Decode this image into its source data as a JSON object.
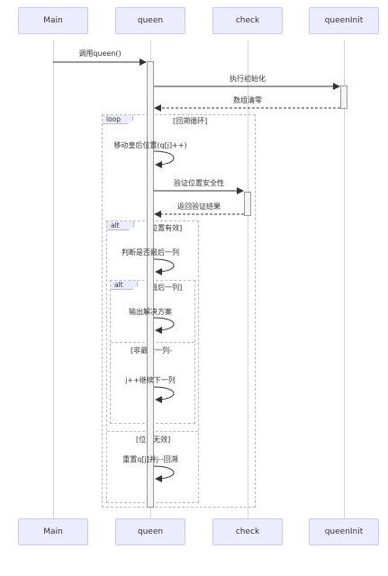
{
  "participants": [
    "Main",
    "queen",
    "check",
    "queenInit"
  ],
  "messages": {
    "call_queen": "调用queen()",
    "init": "执行初始化",
    "clear": "数组清零",
    "move": "移动皇后位置(q[j]++)",
    "verify": "验证位置安全性",
    "verify_return": "返回验证结果",
    "check_last": "判断是否最后一列",
    "output": "输出解决方案",
    "next_col": "j++继续下一列",
    "reset": "重置q[j]并j--回溯"
  },
  "frames": {
    "loop_tag": "loop",
    "loop_title": "[回溯循环]",
    "alt1_tag": "alt",
    "alt1_title": "[位置有效]",
    "alt1_else_title": "[位置无效]",
    "alt2_tag": "alt",
    "alt2_title": "[最后一列]",
    "alt2_else_title_line1": "[非最后一列-",
    "alt2_else_title_line2": "]"
  }
}
